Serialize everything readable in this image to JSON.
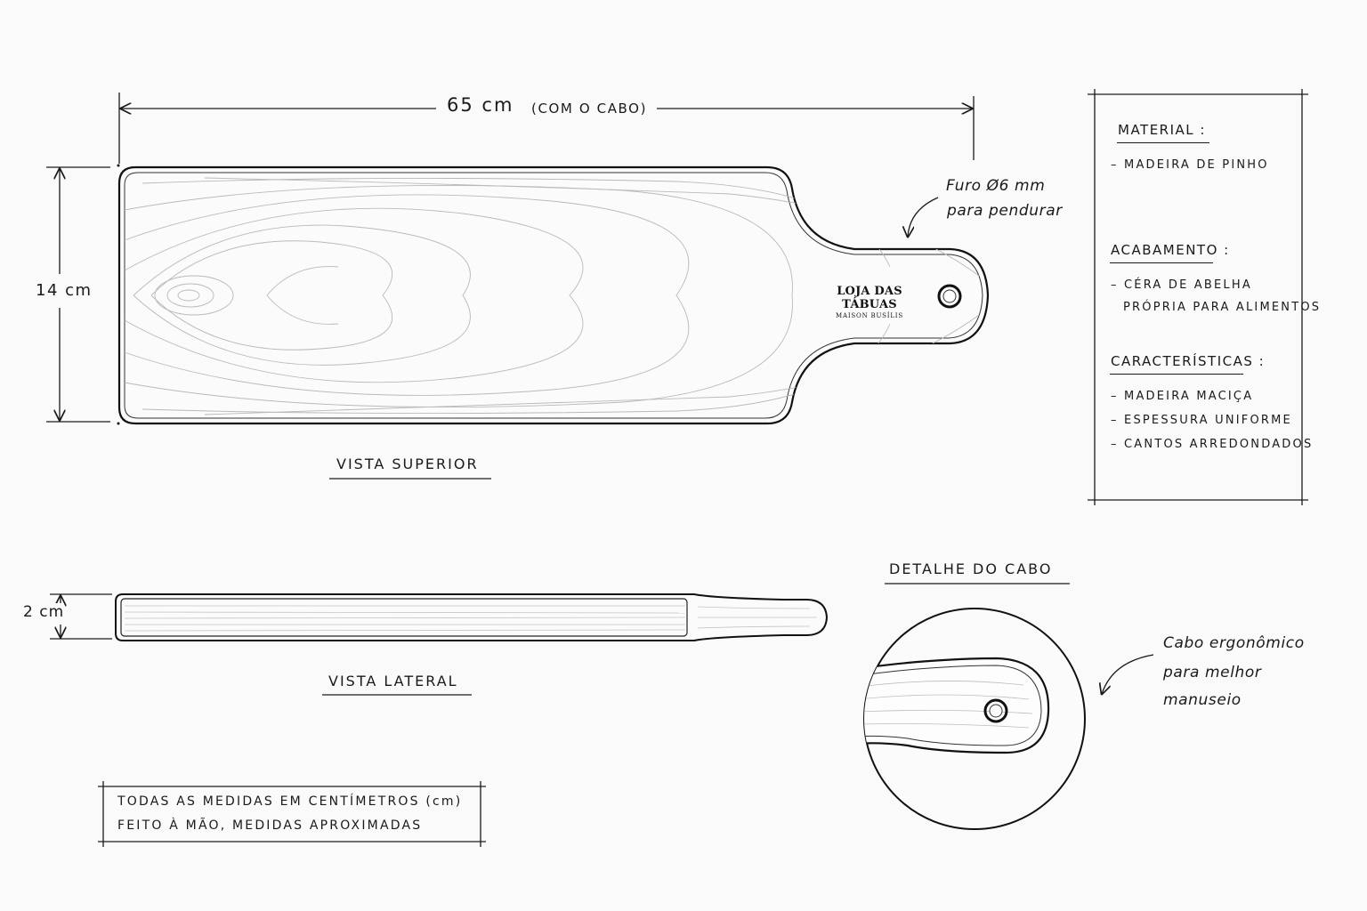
{
  "dimensions": {
    "length_value": "65 cm",
    "length_note": "(COM O CABO)",
    "width": "14 cm",
    "thickness": "2 cm"
  },
  "hole_note": {
    "line1": "Furo Ø6 mm",
    "line2": "para pendurar"
  },
  "brand": {
    "name": "LOJA DAS TÁBUAS",
    "subtitle": "MAISON BUSÍLIS"
  },
  "views": {
    "top": "VISTA SUPERIOR",
    "side": "VISTA LATERAL",
    "detail": "DETALHE DO CABO"
  },
  "handle_note": {
    "line1": "Cabo ergonômico",
    "line2": "para melhor",
    "line3": "manuseio"
  },
  "specs": {
    "material": {
      "title": "MATERIAL :",
      "items": [
        "– MADEIRA DE PINHO"
      ]
    },
    "finish": {
      "title": "ACABAMENTO :",
      "items": [
        "– CÉRA DE ABELHA",
        "PRÓPRIA PARA ALIMENTOS"
      ]
    },
    "features": {
      "title": "CARACTERÍSTICAS :",
      "items": [
        "– MADEIRA MACIÇA",
        "– ESPESSURA UNIFORME",
        "– CANTOS ARREDONDADOS"
      ]
    }
  },
  "footer_note": {
    "line1": "TODAS AS MEDIDAS EM CENTÍMETROS (cm)",
    "line2": "FEITO À MÃO, MEDIDAS APROXIMADAS"
  }
}
